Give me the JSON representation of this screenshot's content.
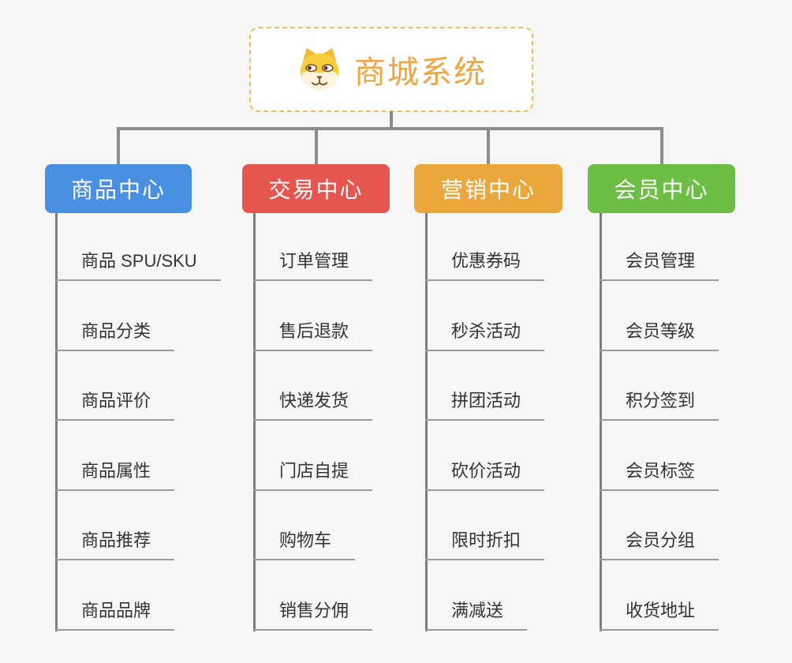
{
  "diagram": {
    "root": {
      "title": "商城系统",
      "icon": "dog-face-icon"
    },
    "connector_color": "#8c8c8c",
    "branches": [
      {
        "label": "商品中心",
        "color": "#4a90e2",
        "items": [
          "商品 SPU/SKU",
          "商品分类",
          "商品评价",
          "商品属性",
          "商品推荐",
          "商品品牌"
        ]
      },
      {
        "label": "交易中心",
        "color": "#e4564f",
        "items": [
          "订单管理",
          "售后退款",
          "快递发货",
          "门店自提",
          "购物车",
          "销售分佣"
        ]
      },
      {
        "label": "营销中心",
        "color": "#eba63c",
        "items": [
          "优惠券码",
          "秒杀活动",
          "拼团活动",
          "砍价活动",
          "限时折扣",
          "满减送"
        ]
      },
      {
        "label": "会员中心",
        "color": "#6cbe44",
        "items": [
          "会员管理",
          "会员等级",
          "积分签到",
          "会员标签",
          "会员分组",
          "收货地址"
        ]
      }
    ]
  }
}
